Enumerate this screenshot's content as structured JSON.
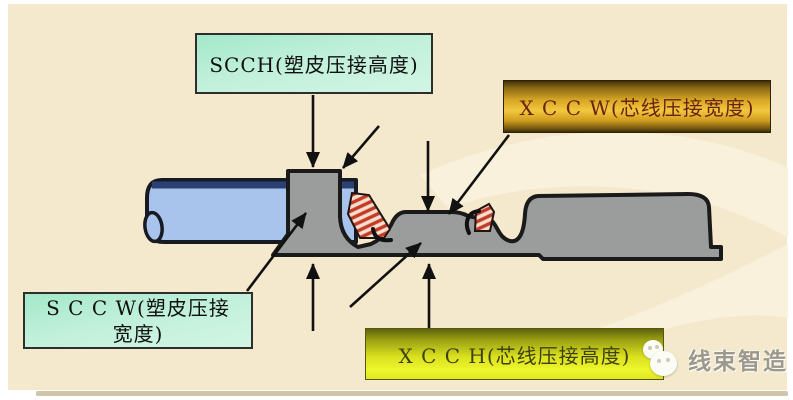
{
  "labels": {
    "scch": "SCCH(塑皮压接高度)",
    "xccw": "X C C W(芯线压接宽度)",
    "sccw_line1": "S C C W(塑皮压接",
    "sccw_line2": "宽度)",
    "xcch": "X C C H(芯线压接高度)"
  },
  "watermark": {
    "text": "线束智造",
    "icon": "chat-bubbles-icon"
  },
  "colors": {
    "background": "#f4e9cd",
    "wire_blue": "#a9c4ec",
    "wire_dark_edge": "#2b4173",
    "terminal_gray": "#9b9d9c",
    "strand_red": "#c23a28",
    "strand_bg": "#f7ddcb",
    "label_green": "#c0f0da",
    "label_gold": "#f2c73e",
    "label_gold_text": "#6b2310",
    "label_yellow": "#e9f22a",
    "outline_black": "#1a1a1a"
  }
}
